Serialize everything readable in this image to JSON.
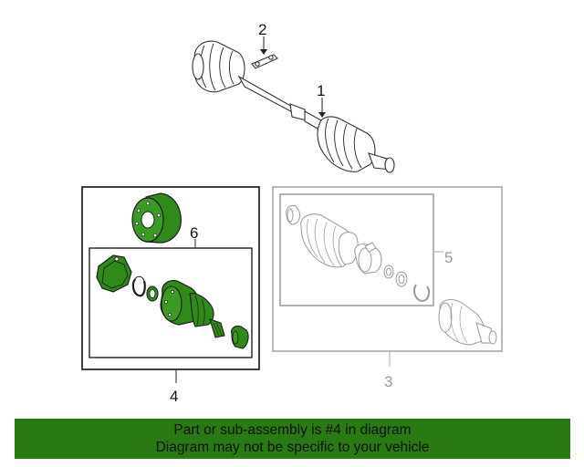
{
  "callouts": {
    "axle_shaft": "1",
    "bracket": "2",
    "inner_joint_kit": "3",
    "outer_joint_kit": "4",
    "inner_boot_kit": "5",
    "outer_boot_kit": "6"
  },
  "banner": {
    "line1": "Part or sub-assembly is #4 in diagram",
    "line2": "Diagram may not be specific to your vehicle"
  },
  "colors": {
    "highlight_green": "#2a7a14",
    "part_green": "#2f8a1a",
    "grey_frame": "#a8a8a8",
    "outline": "#222222"
  }
}
